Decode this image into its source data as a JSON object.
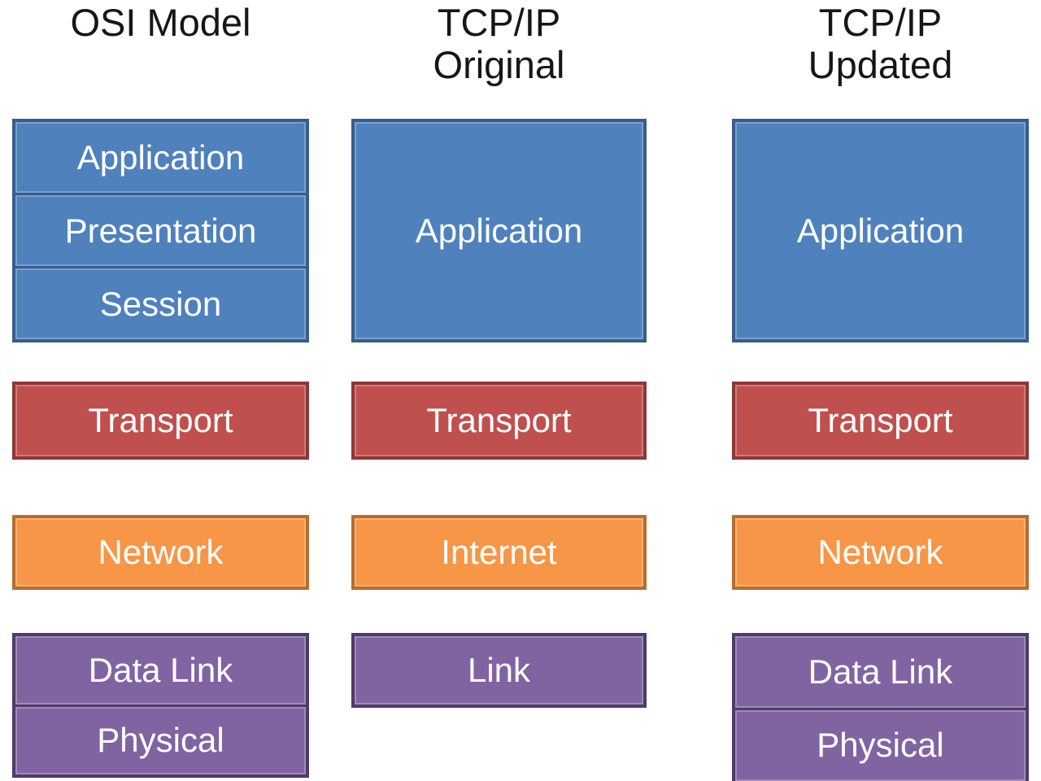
{
  "titles": {
    "osi": "OSI Model",
    "tcpip_original_line1": "TCP/IP",
    "tcpip_original_line2": "Original",
    "tcpip_updated_line1": "TCP/IP",
    "tcpip_updated_line2": "Updated"
  },
  "osi_column": {
    "application": "Application",
    "presentation": "Presentation",
    "session": "Session",
    "transport": "Transport",
    "network": "Network",
    "data_link": "Data Link",
    "physical": "Physical"
  },
  "tcpip_original_column": {
    "application": "Application",
    "transport": "Transport",
    "internet": "Internet",
    "link": "Link"
  },
  "tcpip_updated_column": {
    "application": "Application",
    "transport": "Transport",
    "network": "Network",
    "data_link": "Data Link",
    "physical": "Physical"
  },
  "colors": {
    "application_fill": "#4F81BD",
    "application_border": "#385D8A",
    "transport_fill": "#C0504D",
    "transport_border": "#8E3836",
    "network_fill": "#F79646",
    "network_border": "#B66D31",
    "link_fill": "#8064A2",
    "link_border": "#4E3B68",
    "title_text": "#161616",
    "layer_text": "#FFFFFF"
  }
}
